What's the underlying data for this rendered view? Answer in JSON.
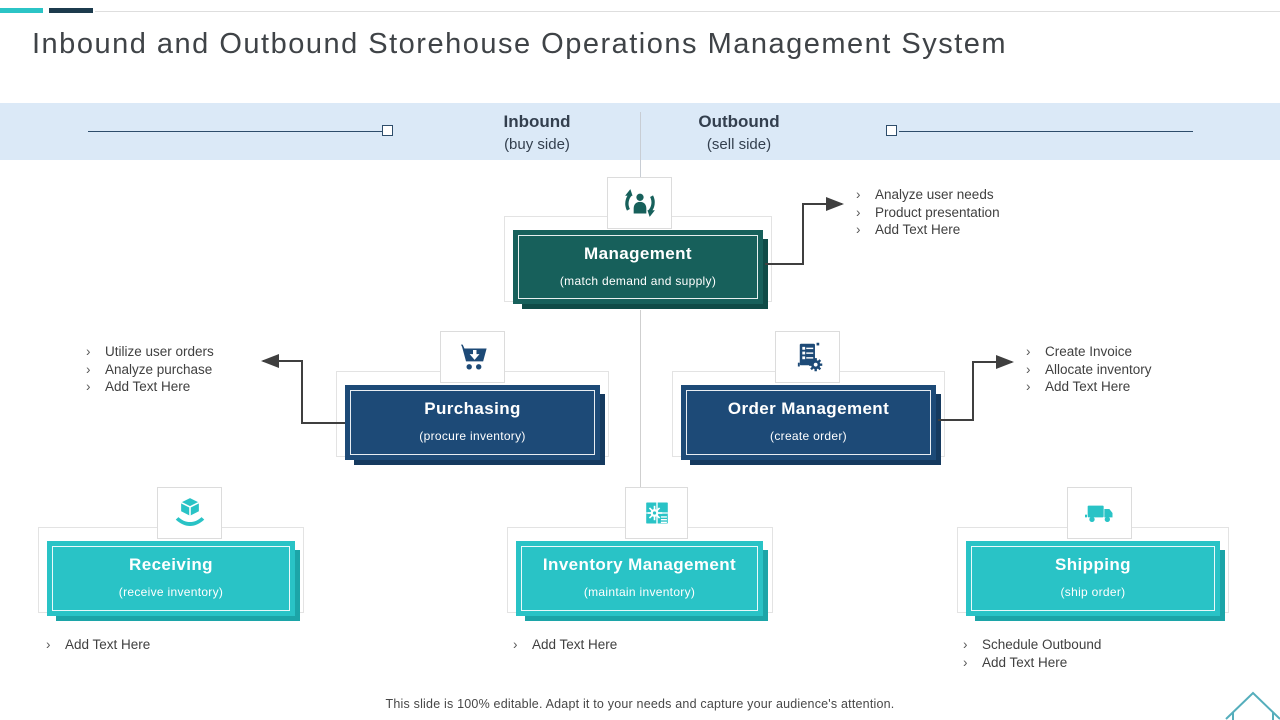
{
  "slide": {
    "title": "Inbound and Outbound Storehouse Operations Management System",
    "footer": "This slide is 100% editable. Adapt it to your needs and capture your audience's attention."
  },
  "header": {
    "inbound": {
      "label": "Inbound",
      "sub": "(buy side)"
    },
    "outbound": {
      "label": "Outbound",
      "sub": "(sell side)"
    }
  },
  "nodes": {
    "management": {
      "title": "Management",
      "subtitle": "(match demand and supply)",
      "bullets": [
        "Analyze user needs",
        "Product presentation",
        "Add Text Here"
      ]
    },
    "purchasing": {
      "title": "Purchasing",
      "subtitle": "(procure  inventory)",
      "bullets": [
        "Utilize user orders",
        "Analyze purchase",
        "Add Text Here"
      ]
    },
    "order_management": {
      "title": "Order Management",
      "subtitle": "(create  order)",
      "bullets": [
        "Create Invoice",
        "Allocate inventory",
        "Add Text Here"
      ]
    },
    "receiving": {
      "title": "Receiving",
      "subtitle": "(receive  inventory)",
      "bullets": [
        "Add Text Here"
      ]
    },
    "inventory_management": {
      "title": "Inventory Management",
      "subtitle": "(maintain  inventory)",
      "bullets": [
        "Add Text Here"
      ]
    },
    "shipping": {
      "title": "Shipping",
      "subtitle": "(ship order)",
      "bullets": [
        "Schedule Outbound",
        "Add Text Here"
      ]
    }
  },
  "ui": {
    "bullet_char": "›",
    "icons": [
      "person-cycle-icon",
      "cart-download-icon",
      "order-list-gear-icon",
      "hand-box-icon",
      "box-gear-icon",
      "truck-icon",
      "home-icon"
    ]
  },
  "colors": {
    "teal_dark": "#17605b",
    "navy": "#1d4a77",
    "turquoise": "#29c3c6",
    "band_background": "#dbe9f7",
    "accent_bar_teal": "#2bc4c6",
    "accent_bar_navy": "#1c3b4d",
    "text": "#404040",
    "arrow": "#3f3f3f",
    "home_outline": "#55aebc"
  }
}
